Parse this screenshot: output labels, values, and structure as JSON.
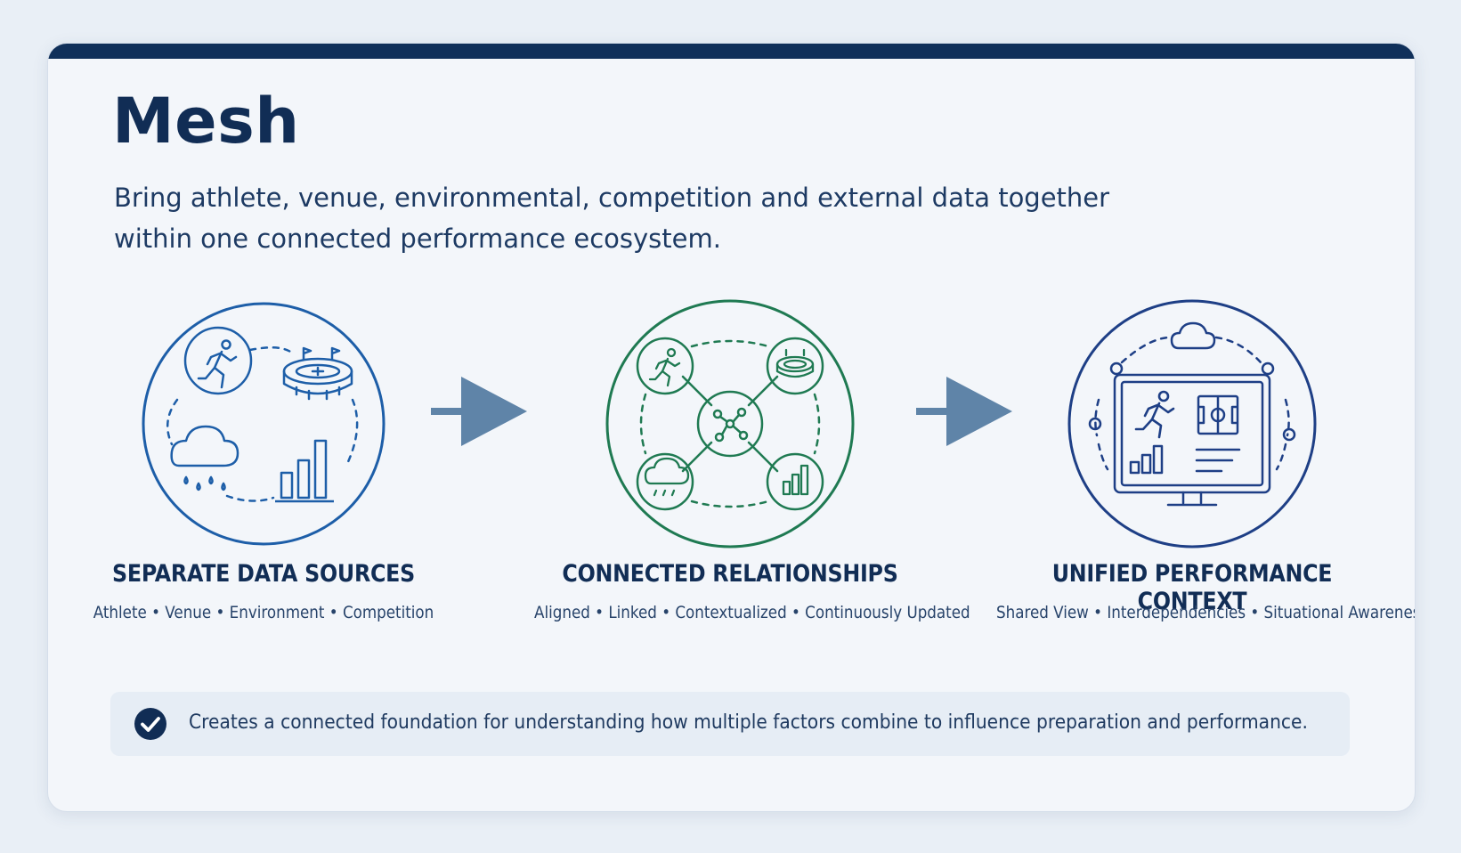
{
  "title": "Mesh",
  "subtitle": "Bring athlete, venue, environmental, competition and external data together within one connected performance ecosystem.",
  "stages": [
    {
      "title": "SEPARATE DATA SOURCES",
      "subtitle": "Athlete • Venue • Environment • Competition",
      "accent": "#1d5ea8"
    },
    {
      "title": "CONNECTED RELATIONSHIPS",
      "subtitle": "Aligned • Linked • Contextualized • Continuously Updated",
      "accent": "#1f7a52"
    },
    {
      "title": "UNIFIED PERFORMANCE CONTEXT",
      "subtitle": "Shared View • Interdependencies • Situational Awareness",
      "accent": "#1e3f86"
    }
  ],
  "callout": {
    "icon": "check-circle-icon",
    "text": "Creates a connected foundation for understanding how multiple factors combine to influence preparation and performance."
  },
  "colors": {
    "navy": "#10305a",
    "arrow": "#5f84a8"
  }
}
